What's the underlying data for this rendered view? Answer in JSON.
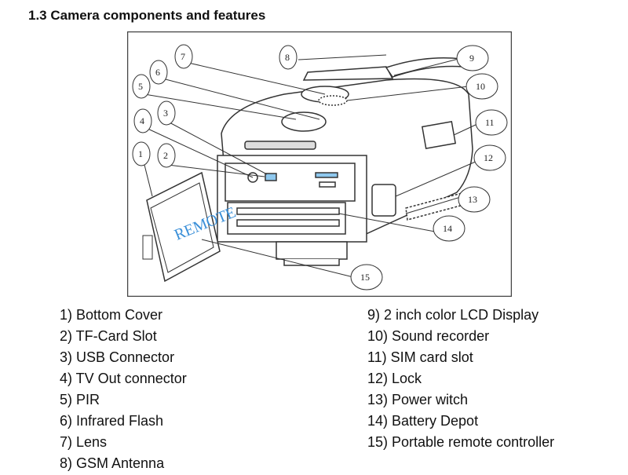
{
  "header": {
    "title": "1.3 Camera components and features"
  },
  "figure": {
    "remote_label": "REMOTE",
    "callouts": [
      "1",
      "2",
      "3",
      "4",
      "5",
      "6",
      "7",
      "8",
      "9",
      "10",
      "11",
      "12",
      "13",
      "14",
      "15"
    ]
  },
  "components_left": [
    "1) Bottom Cover",
    "2) TF-Card Slot",
    "3) USB Connector",
    "4) TV Out connector",
    "5) PIR",
    "6) Infrared Flash",
    "7) Lens",
    "8) GSM Antenna"
  ],
  "components_right": [
    "9) 2 inch color LCD Display",
    "10) Sound recorder",
    "11) SIM card slot",
    "12) Lock",
    "13) Power witch",
    "14) Battery Depot",
    "15) Portable remote controller"
  ]
}
